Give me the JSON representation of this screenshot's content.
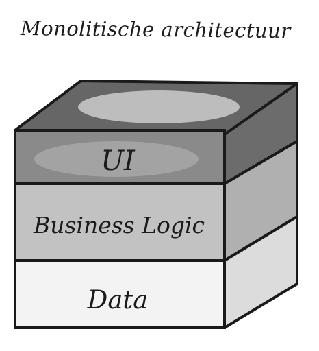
{
  "title": "Monolitische architectuur",
  "layers": [
    {
      "label": "UI",
      "color": "#8a8a8a"
    },
    {
      "label": "Business Logic",
      "color": "#c2c2c2"
    },
    {
      "label": "Data",
      "color": "#f3f3f3"
    }
  ],
  "colors": {
    "top_face": "#666666",
    "top_highlight": "#cdcdcd",
    "side_ui": "#6c6c6c",
    "side_logic": "#b0b0b0",
    "side_data": "#dcdcdc",
    "ink": "#1a1a1a"
  }
}
